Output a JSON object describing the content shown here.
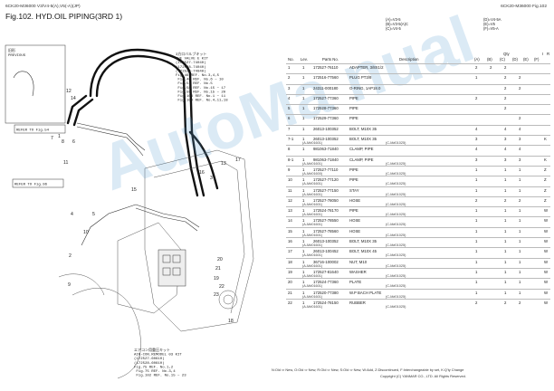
{
  "header": {
    "left": "6CK20-M36000   V3/V4-5(A),V5(-A)(JP)",
    "right": "6CK20-M36000   Fig.102",
    "title": "Fig.102.  HYD.OIL PIPING(3RD 1)"
  },
  "diagram": {
    "previous_label": "旧形\nPREVIOUS",
    "refer_top": "REFER TO Fig.54",
    "refer_bottom": "REFER TO Fig.96",
    "note_top": "3方口バルブキット\n3WE VALVE E KIT\n(172527-74040)\n(172528-74040)\n(172529-74040)\nFig.46 REF. No.3,4,5\n   Fig.46 REF. No.6 ~ 10\n   Fig.51 REF. No.5\n   Fig.58 REF. No.15 ~ 17\n   Fig.59 REF. No.15 ~ 20\n   Fig.103 REF. No.1 ~ 11\n   Fig.109 REF. No.4,11,18",
    "note_bottom": "エアコン用重圧キット\nAIR-CON.REMODEL 03 KIT\n(172527-60610)\n(172528-60610)\nFig.75 REF. No.1,2\n   Fig.75 REF. No.3,4\n   Fig.102 REF. No.15 ~ 23",
    "callouts": [
      "12",
      "14",
      "7",
      "8",
      "6",
      "11",
      "1",
      "17",
      "13",
      "16",
      "3",
      "15",
      "4",
      "5",
      "10",
      "2",
      "9",
      "20",
      "21",
      "19",
      "22",
      "23",
      "18"
    ]
  },
  "conditions_left": [
    "(A)=V3-5",
    "(B)=V3-5(A)C",
    "(C)=V4-5"
  ],
  "conditions_right": [
    "(D)=V4-5A",
    "(E)=V5",
    "(F)=V5-A"
  ],
  "columns": {
    "no": "No.",
    "lev": "Lev.",
    "part_no": "Parts No.",
    "description": "Description",
    "qty": "Qty",
    "a": "(A)",
    "b": "(B)",
    "c": "(C)",
    "d": "(D)",
    "e": "(E)",
    "f": "(F)",
    "i": "I",
    "r": "R"
  },
  "parts": [
    {
      "no": "1",
      "lev": "1",
      "pn": "172527-76110",
      "desc": "ADAPTER, 3/8X1/2",
      "a": "2",
      "b": "2",
      "c": "2",
      "d": "",
      "e": "",
      "r": "",
      "sl": "",
      "sr": ""
    },
    {
      "no": "2",
      "lev": "1",
      "pn": "172516-77560",
      "desc": "PLUG PT3/8",
      "a": "1",
      "b": "",
      "c": "2",
      "d": "2",
      "e": "",
      "r": "",
      "sl": "",
      "sr": ""
    },
    {
      "no": "3",
      "lev": "1",
      "pn": "24311-000180",
      "desc": "O-RING, 1AP18.0",
      "a": "",
      "b": "",
      "c": "2",
      "d": "2",
      "e": "",
      "r": "",
      "sl": "",
      "sr": ""
    },
    {
      "no": "4",
      "lev": "1",
      "pn": "172527-77360",
      "desc": "PIPE",
      "a": "2",
      "b": "",
      "c": "2",
      "d": "",
      "e": "",
      "r": "",
      "sl": "",
      "sr": ""
    },
    {
      "no": "5",
      "lev": "1",
      "pn": "172528-77360",
      "desc": "PIPE",
      "a": "",
      "b": "",
      "c": "2",
      "d": "",
      "e": "",
      "r": "",
      "sl": "",
      "sr": ""
    },
    {
      "no": "6",
      "lev": "1",
      "pn": "172529-77360",
      "desc": "PIPE",
      "a": "",
      "b": "",
      "c": "",
      "d": "2",
      "e": "",
      "r": "",
      "sl": "",
      "sr": ""
    },
    {
      "no": "7",
      "lev": "1",
      "pn": "26013-100352",
      "desc": "BOLT, M10X 35",
      "a": "4",
      "b": "",
      "c": "4",
      "d": "4",
      "e": "",
      "r": "",
      "sl": "",
      "sr": ""
    },
    {
      "no": "7-1",
      "lev": "1",
      "pn": "26013-100352",
      "desc": "BOLT, M10X 35",
      "a": "3",
      "b": "",
      "c": "3",
      "d": "3",
      "e": "",
      "r": "K",
      "sl": "(A-M#01601)",
      "sr": "(C-M#01025)"
    },
    {
      "no": "8",
      "lev": "1",
      "pn": "981063-71840",
      "desc": "CLAMP, PIPE",
      "a": "4",
      "b": "",
      "c": "4",
      "d": "4",
      "e": "",
      "r": "",
      "sl": "",
      "sr": ""
    },
    {
      "no": "8-1",
      "lev": "1",
      "pn": "981063-71840",
      "desc": "CLAMP, PIPE",
      "a": "3",
      "b": "",
      "c": "3",
      "d": "3",
      "e": "",
      "r": "K",
      "sl": "(A-M#01601)",
      "sr": "(C-M#01025)"
    },
    {
      "no": "9",
      "lev": "1",
      "pn": "172527-77110",
      "desc": "PIPE",
      "a": "1",
      "b": "",
      "c": "1",
      "d": "1",
      "e": "",
      "r": "Z",
      "sl": "(A-M#01600)",
      "sr": "(C-M#01025)"
    },
    {
      "no": "10",
      "lev": "1",
      "pn": "172527-77120",
      "desc": "PIPE",
      "a": "1",
      "b": "",
      "c": "1",
      "d": "1",
      "e": "",
      "r": "Z",
      "sl": "(A-M#01601)",
      "sr": "(C-M#01025)"
    },
    {
      "no": "11",
      "lev": "1",
      "pn": "172527-77150",
      "desc": "STAY",
      "a": "1",
      "b": "",
      "c": "1",
      "d": "1",
      "e": "",
      "r": "Z",
      "sl": "(A-M#01601)",
      "sr": "(C-M#01025)"
    },
    {
      "no": "12",
      "lev": "1",
      "pn": "172527-78050",
      "desc": "HOSE",
      "a": "2",
      "b": "",
      "c": "2",
      "d": "2",
      "e": "",
      "r": "Z",
      "sl": "(A-M#01601)",
      "sr": "(C-M#01025)"
    },
    {
      "no": "13",
      "lev": "1",
      "pn": "172524-78170",
      "desc": "PIPE",
      "a": "1",
      "b": "",
      "c": "1",
      "d": "1",
      "e": "",
      "r": "W",
      "sl": "(A-M#01601)",
      "sr": "(C-M#01025)"
    },
    {
      "no": "14",
      "lev": "1",
      "pn": "172527-78550",
      "desc": "HOSE",
      "a": "1",
      "b": "",
      "c": "1",
      "d": "1",
      "e": "",
      "r": "W",
      "sl": "(A-M#01601)",
      "sr": "(C-M#01025)"
    },
    {
      "no": "15",
      "lev": "1",
      "pn": "172527-78560",
      "desc": "HOSE",
      "a": "1",
      "b": "",
      "c": "1",
      "d": "1",
      "e": "",
      "r": "W",
      "sl": "(A-M#01601)",
      "sr": "(C-M#01025)"
    },
    {
      "no": "16",
      "lev": "1",
      "pn": "26013-100352",
      "desc": "BOLT, M10X 35",
      "a": "1",
      "b": "",
      "c": "1",
      "d": "1",
      "e": "",
      "r": "W",
      "sl": "(A-M#01601)",
      "sr": "(C-M#01025)"
    },
    {
      "no": "17",
      "lev": "1",
      "pn": "26013-100452",
      "desc": "BOLT, M10X 45",
      "a": "1",
      "b": "",
      "c": "1",
      "d": "1",
      "e": "",
      "r": "W",
      "sl": "(A-M#01601)",
      "sr": "(C-M#01025)"
    },
    {
      "no": "18",
      "lev": "1",
      "pn": "36716-100002",
      "desc": "NUT, M10",
      "a": "1",
      "b": "",
      "c": "1",
      "d": "1",
      "e": "",
      "r": "W",
      "sl": "(A-M#01601)",
      "sr": "(C-M#01025)"
    },
    {
      "no": "19",
      "lev": "1",
      "pn": "172527-81640",
      "desc": "WASHER",
      "a": "1",
      "b": "",
      "c": "1",
      "d": "1",
      "e": "",
      "r": "W",
      "sl": "(A-M#01601)",
      "sr": "(C-M#01025)"
    },
    {
      "no": "20",
      "lev": "1",
      "pn": "172524-77360",
      "desc": "PLATE",
      "a": "1",
      "b": "",
      "c": "1",
      "d": "1",
      "e": "",
      "r": "W",
      "sl": "(A-M#01601)",
      "sr": "(C-M#01025)"
    },
    {
      "no": "21",
      "lev": "1",
      "pn": "172520-77380",
      "desc": "W.P BACH PLATE",
      "a": "1",
      "b": "",
      "c": "1",
      "d": "1",
      "e": "",
      "r": "W",
      "sl": "(A-M#01601)",
      "sr": "(C-M#01025)"
    },
    {
      "no": "22",
      "lev": "1",
      "pn": "172524-78150",
      "desc": "RUBBER",
      "a": "2",
      "b": "",
      "c": "2",
      "d": "2",
      "e": "",
      "r": "W",
      "sl": "(A-M#01601)",
      "sr": "(C-M#01025)"
    }
  ],
  "footer": {
    "legend": "N:Old ⇨ New, O:Old ⇨ New, R:Old ⇨ New, S:Old ⇨ New, W:Add, Z:Discontinued, F:Interchangeable by set, K:Q'ty Change",
    "copyright": "Copyright (C)  YANMAR CO., LTD. All Rights Reserved."
  },
  "watermark": "AutoMa nual"
}
